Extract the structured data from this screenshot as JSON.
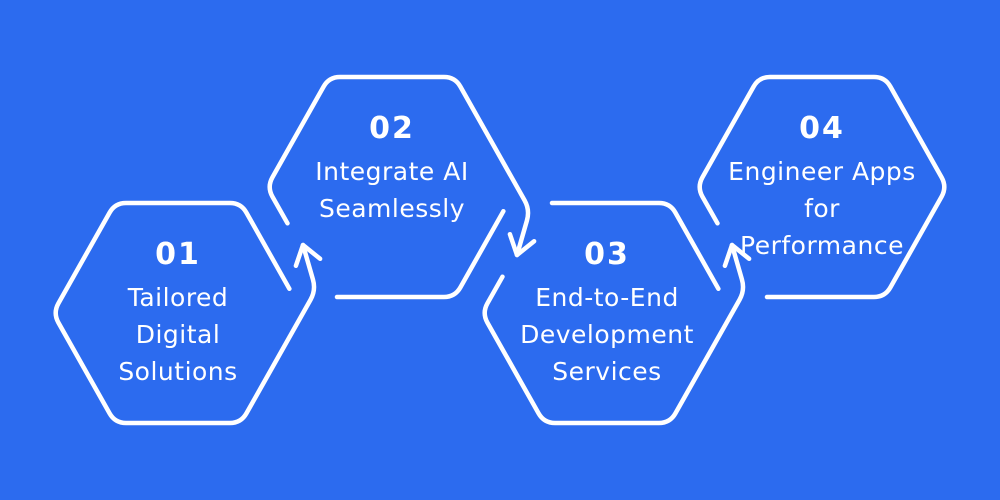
{
  "colors": {
    "background": "#2C6BEF",
    "line": "#FFFFFF",
    "text": "#FFFFFF"
  },
  "steps": [
    {
      "number": "01",
      "lines": [
        "Tailored",
        "Digital",
        "Solutions"
      ]
    },
    {
      "number": "02",
      "lines": [
        "Integrate AI",
        "Seamlessly"
      ]
    },
    {
      "number": "03",
      "lines": [
        "End-to-End",
        "Development",
        "Services"
      ]
    },
    {
      "number": "04",
      "lines": [
        "Engineer Apps",
        "for",
        "Performance"
      ]
    }
  ]
}
